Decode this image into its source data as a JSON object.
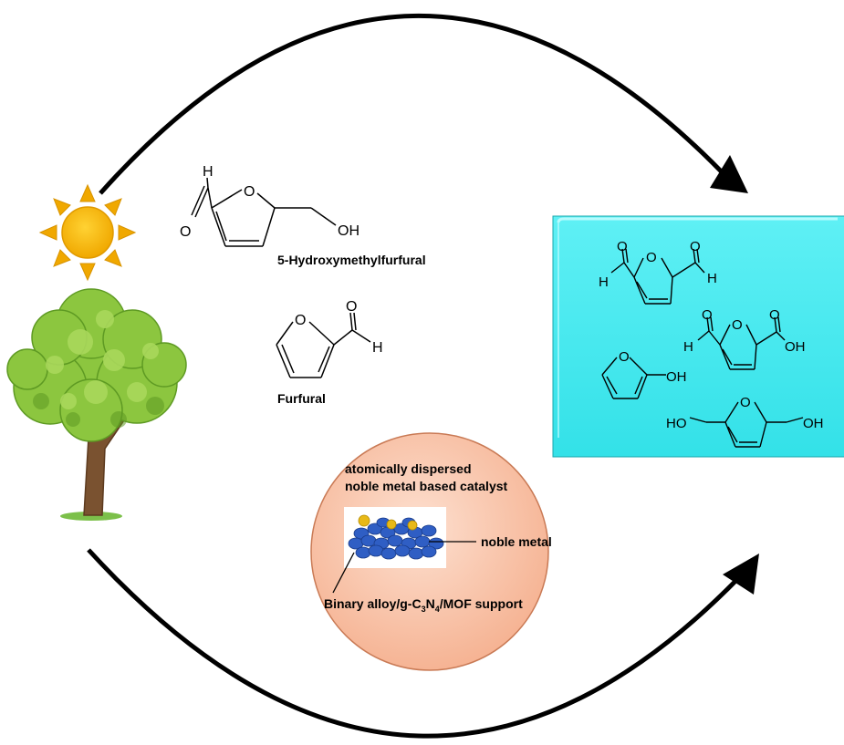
{
  "molecules": {
    "hmf_name": "5-Hydroxymethylfurfural",
    "furfural_name": "Furfural",
    "atom_h": "H",
    "atom_o": "O",
    "group_oh": "OH",
    "group_ho": "HO"
  },
  "catalyst": {
    "title_line1": "atomically dispersed",
    "title_line2": "noble metal based catalyst",
    "noble_metal_label": "noble metal",
    "support_label_part1": "Binary alloy/g-C",
    "support_sub1": "3",
    "support_label_part2": "N",
    "support_sub2": "4",
    "support_label_part3": "/MOF support"
  },
  "colors": {
    "sun": "#f7b500",
    "product_panel": "#3fe6ec",
    "catalyst_bubble": "#f9c3a6",
    "support_atoms": "#2f5ec4",
    "noble_atoms": "#e8b917",
    "tree_leaves": "#8cc63f",
    "tree_trunk": "#7a5230"
  }
}
